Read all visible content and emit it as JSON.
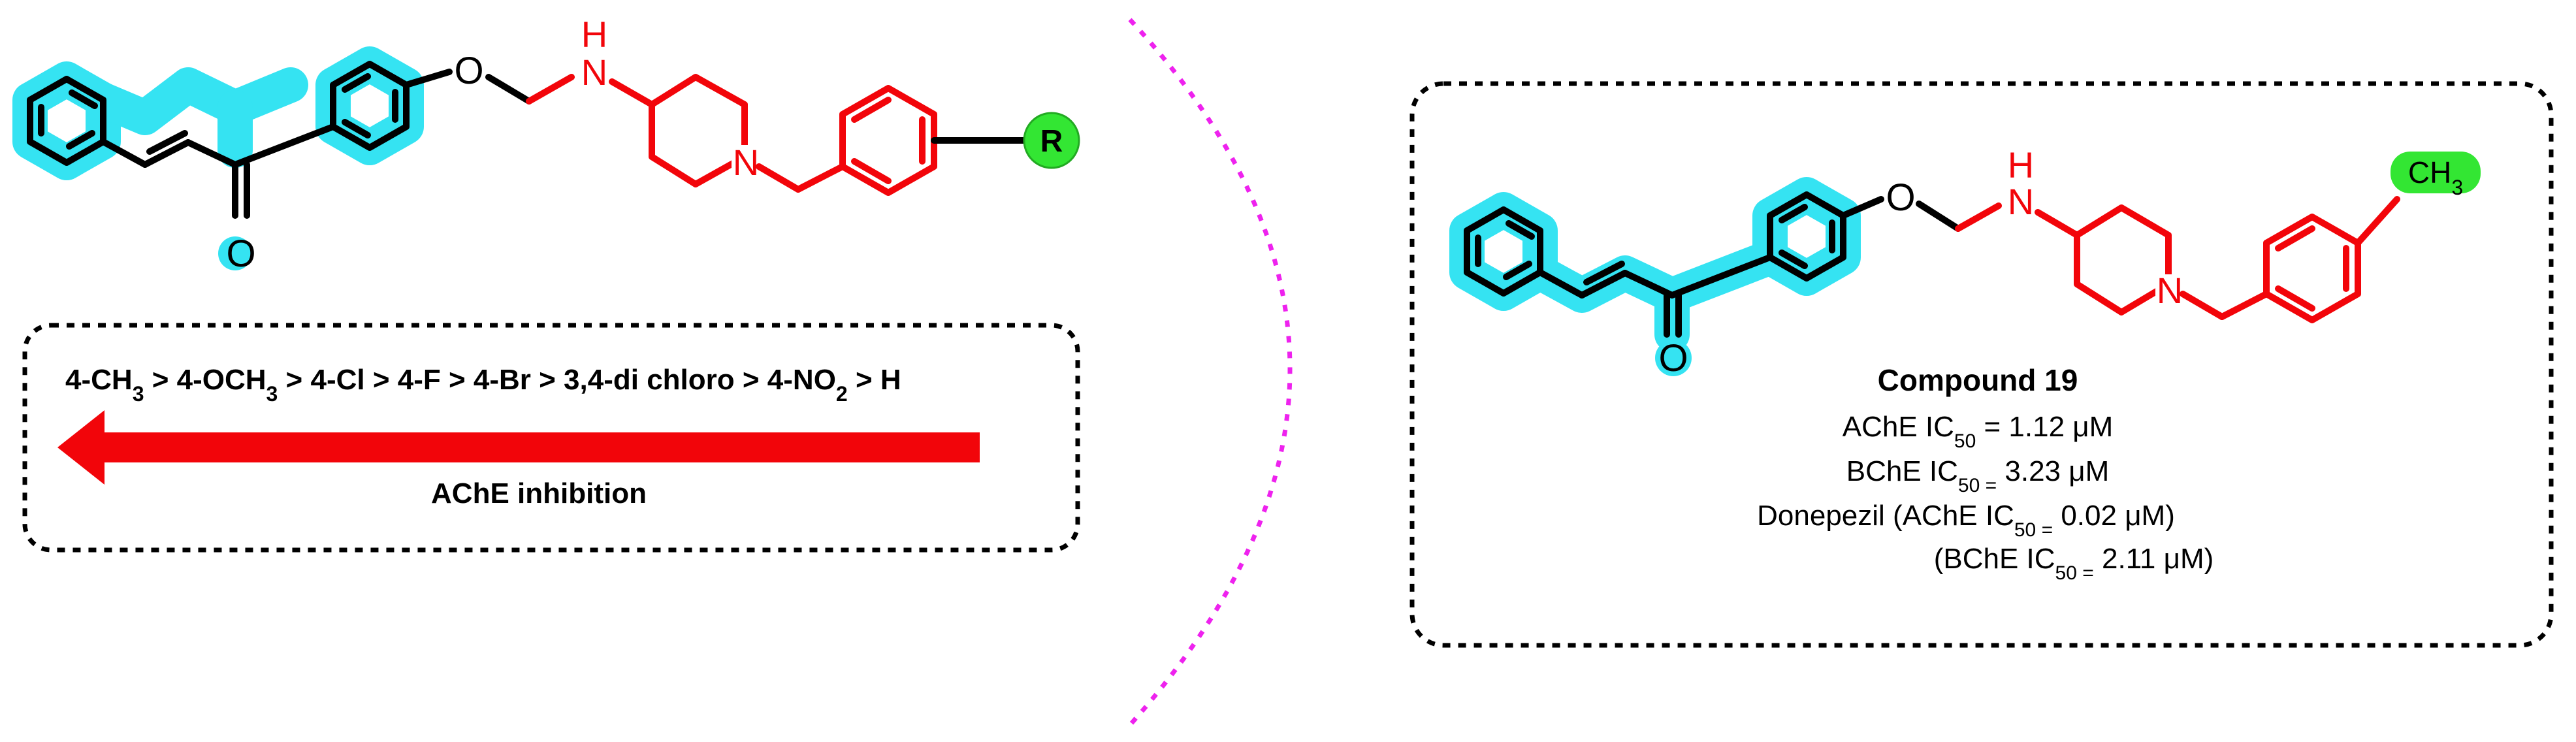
{
  "left_panel": {
    "substituent_label": "R",
    "sar_order": [
      {
        "text": "4-CH",
        "sub": "3"
      },
      {
        "text": " > 4-OCH",
        "sub": "3"
      },
      {
        "text": " > 4-Cl > 4-F > 4-Br > 3,4-di chloro > 4-NO",
        "sub": "2"
      },
      {
        "text": " > H",
        "sub": ""
      }
    ],
    "arrow_label": "AChE inhibition"
  },
  "right_panel": {
    "substituent_label": "CH3",
    "compound_name": "Compound 19",
    "ache": {
      "prefix": "AChE IC",
      "sub": "50",
      "value": " = 1.12 μM"
    },
    "bche": {
      "prefix": "BChE IC",
      "sub": "50 =",
      "value": " 3.23 μM"
    },
    "donepezil_ache": {
      "prefix": "Donepezil (AChE IC",
      "sub": "50 =",
      "value": " 0.02 μM)"
    },
    "donepezil_bche": {
      "prefix": "(BChE IC",
      "sub": "50 =",
      "value": " 2.11 μM)"
    }
  },
  "atoms": {
    "oxygen": "O",
    "nitrogen": "N",
    "hydrogen": "H"
  },
  "colors": {
    "scaffold_highlight": "#35e3f2",
    "linker_red": "#f2050a",
    "substituent_green": "#33e633",
    "divider_magenta": "#ee22ee",
    "arrow_red": "#f2050a"
  }
}
